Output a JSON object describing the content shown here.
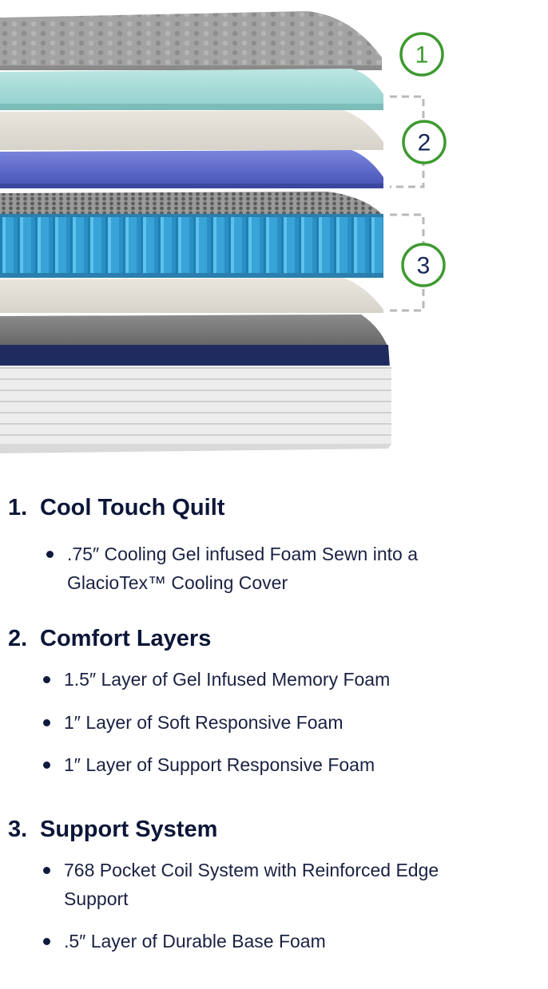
{
  "colors": {
    "green": "#3d9a2f",
    "navy": "#16245a",
    "cooling_layer": "#a9dcd9",
    "blue_foam": "#5d69c9",
    "coil_blue": "#3aa3d6",
    "base_navy": "#1e2a5e"
  },
  "badges": [
    {
      "label": "1",
      "color": "green"
    },
    {
      "label": "2",
      "color": "navy"
    },
    {
      "label": "3",
      "color": "navy"
    }
  ],
  "sections": [
    {
      "number": "1.",
      "title": "Cool Touch Quilt",
      "items": [
        ".75″ Cooling Gel infused Foam Sewn into a GlacioTex™ Cooling Cover"
      ]
    },
    {
      "number": "2.",
      "title": "Comfort Layers",
      "items": [
        "1.5″ Layer of Gel Infused Memory Foam",
        "1″ Layer of Soft Responsive Foam",
        "1″ Layer of Support Responsive Foam"
      ]
    },
    {
      "number": "3.",
      "title": "Support System",
      "items": [
        "768 Pocket Coil System with Reinforced Edge Support",
        ".5″ Layer of Durable Base Foam"
      ]
    }
  ]
}
